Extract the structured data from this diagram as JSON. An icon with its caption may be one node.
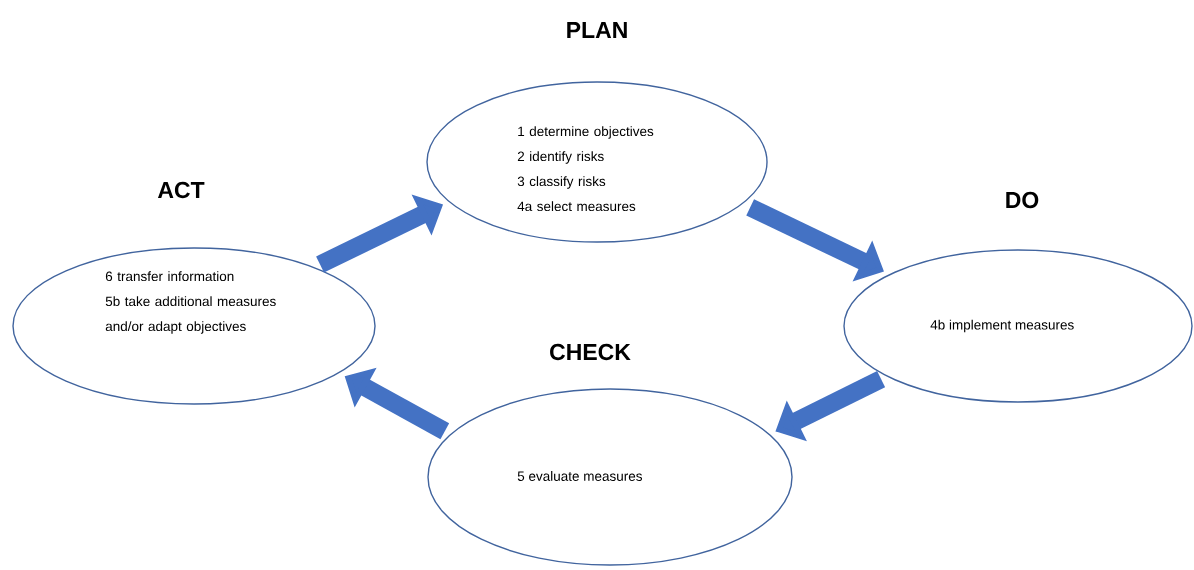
{
  "diagram": {
    "nodes": [
      {
        "text": [
          "PLAN",
          "1 determine objectives",
          "2 identify risks",
          "3 classify risks",
          "4a select measures"
        ]
      },
      {
        "text": [
          "DO",
          "4b implement measures"
        ]
      },
      {
        "text": [
          "CHECK",
          "5 evaluate measures"
        ]
      },
      {
        "text": [
          "ACT",
          "6 transfer information",
          "5b take additional measures and/or adapt objectives"
        ]
      }
    ],
    "edges": [
      {
        "from": 0,
        "to": 1,
        "arrow": "to"
      },
      {
        "from": 1,
        "to": 2,
        "arrow": "to"
      },
      {
        "from": 2,
        "to": 3,
        "arrow": "to"
      },
      {
        "from": 3,
        "to": 0,
        "arrow": "to"
      }
    ]
  }
}
